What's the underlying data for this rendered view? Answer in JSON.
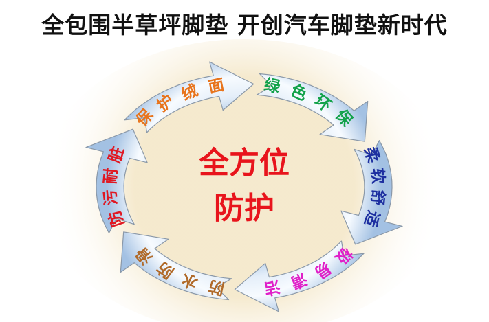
{
  "title": "全包围半草坪脚垫  开创汽车脚垫新时代",
  "center": {
    "line1": "全方位",
    "line2": "防护",
    "color": "#e8141c"
  },
  "cycle": [
    {
      "label": "绿色环保",
      "color": "#13a24a"
    },
    {
      "label": "柔软舒适",
      "color": "#1d2fa0"
    },
    {
      "label": "极易清洁",
      "color": "#e020c8"
    },
    {
      "label": "防水防滑",
      "color": "#b06a2a"
    },
    {
      "label": "防污耐脏",
      "color": "#e01822"
    },
    {
      "label": "保护绒面",
      "color": "#e8741c"
    }
  ],
  "colors": {
    "arrow_fill_light": "#eef4fb",
    "arrow_fill_dark": "#9cbce0",
    "arrow_stroke": "#8a98a8",
    "glow": "#f4e7c8"
  }
}
